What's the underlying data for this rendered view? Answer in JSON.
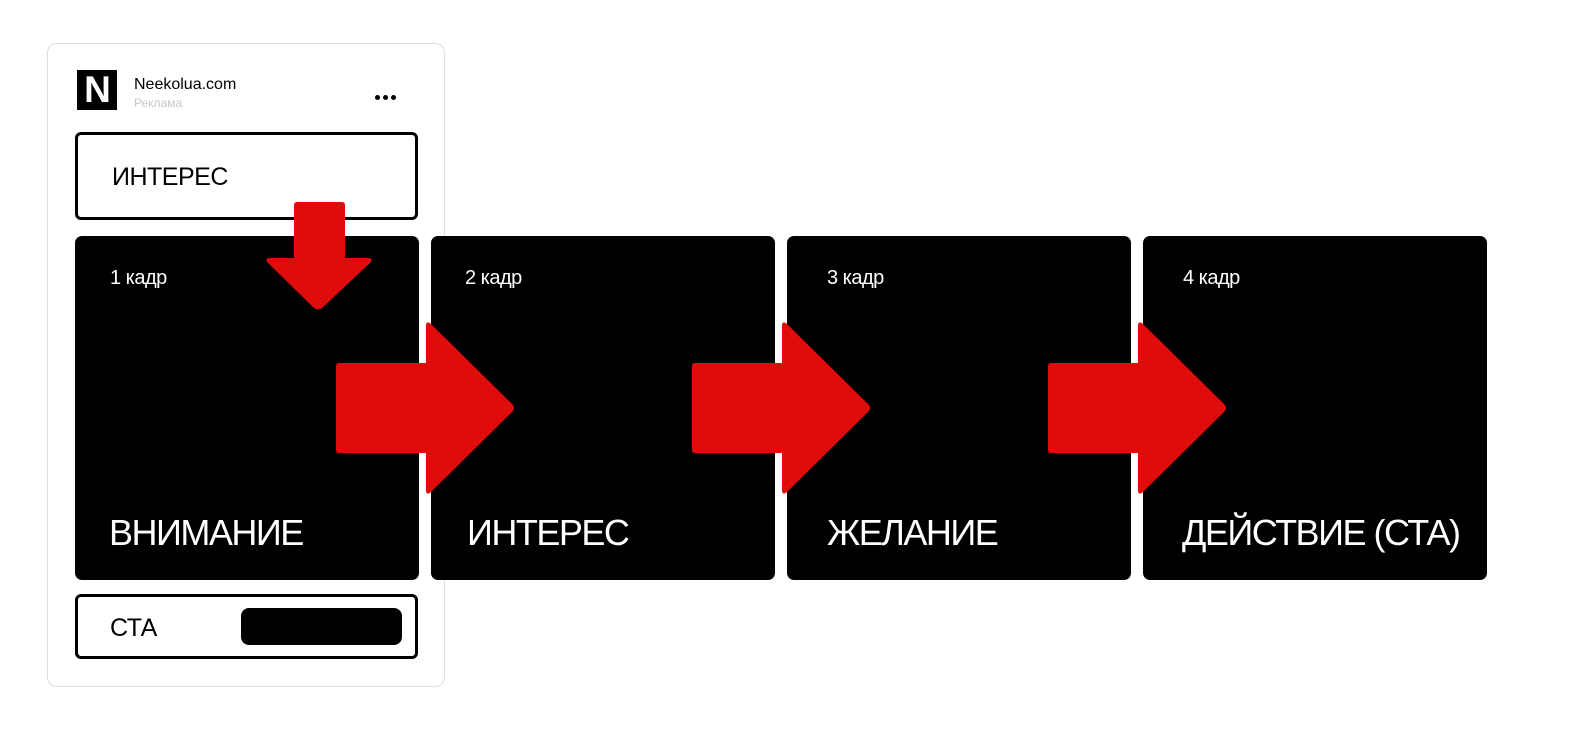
{
  "ad": {
    "logo_letter": "N",
    "site_name": "Neekolua.com",
    "sponsored_label": "Реклама",
    "headline_label": "ИНТЕРЕС",
    "cta_label": "СТА",
    "more_icon": "more-horizontal-icon"
  },
  "frames": [
    {
      "number_label": "1 кадр",
      "title": "ВНИМАНИЕ"
    },
    {
      "number_label": "2 кадр",
      "title": "ИНТЕРЕС"
    },
    {
      "number_label": "3 кадр",
      "title": "ЖЕЛАНИЕ"
    },
    {
      "number_label": "4 кадр",
      "title": "ДЕЙСТВИЕ (СТА)"
    }
  ],
  "colors": {
    "arrow": "#e00b0b",
    "frame_background": "#000000",
    "frame_text": "#ffffff",
    "sponsored_text": "#c8c8c8"
  }
}
